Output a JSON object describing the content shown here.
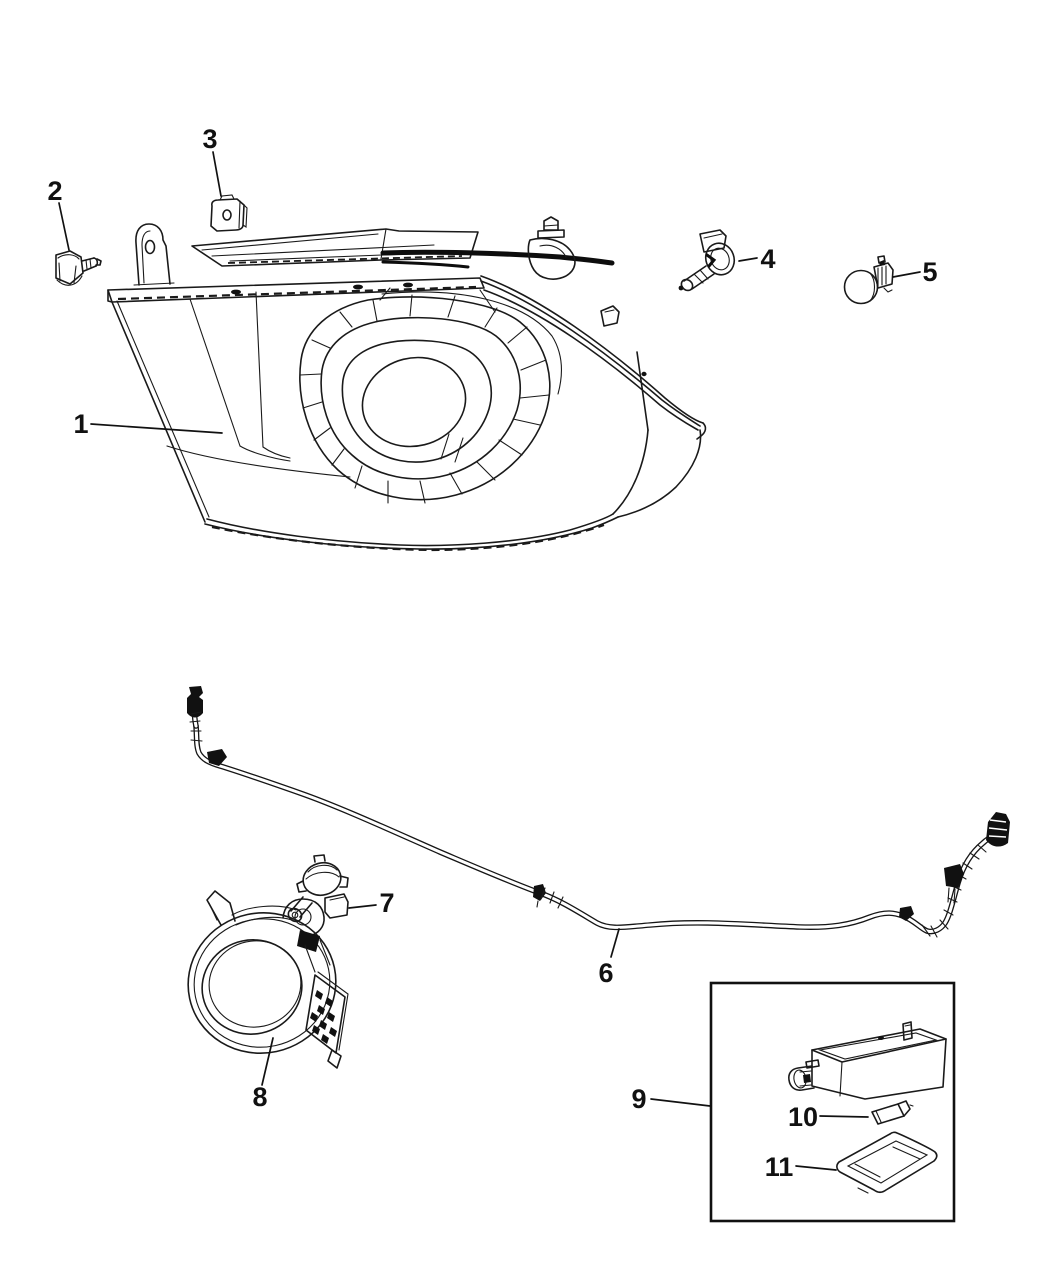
{
  "page": {
    "background": "#ffffff",
    "ink": "#1a1a1a"
  },
  "callouts": [
    {
      "label": "1"
    },
    {
      "label": "2"
    },
    {
      "label": "3"
    },
    {
      "label": "4"
    },
    {
      "label": "5"
    },
    {
      "label": "6"
    },
    {
      "label": "7"
    },
    {
      "label": "8"
    },
    {
      "label": "9"
    },
    {
      "label": "10"
    },
    {
      "label": "11"
    }
  ]
}
